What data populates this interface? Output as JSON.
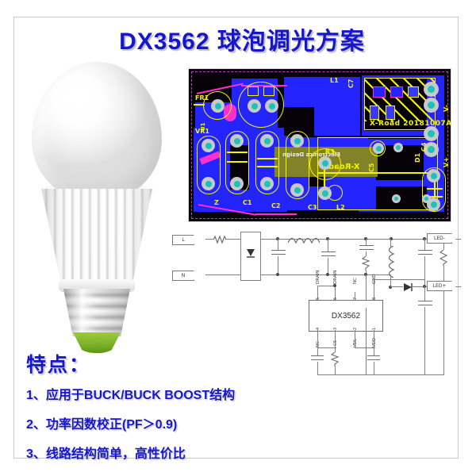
{
  "title": "DX3562 球泡调光方案",
  "product": {
    "image_name": "led-bulb-photo",
    "base_type": "E27"
  },
  "pcb": {
    "caption": "X-Road  20181007A1",
    "watermark": "Electronics Design",
    "watermark2": "X-Road",
    "designators": {
      "fr1": "FR1",
      "vr1": "VR1",
      "z": "Z",
      "c1": "C1",
      "c2": "C2",
      "c3": "C3",
      "c4": "C4",
      "c5": "C5",
      "c7": "C7",
      "l1": "L1",
      "l2": "L2",
      "r3": "R3",
      "d1": "D1",
      "u1": "U1"
    },
    "pads": {
      "vminus": "V-",
      "vplus": "V+"
    },
    "colors": {
      "substrate": "#2424ff",
      "silkscreen": "#f5f500",
      "pad_metal": "#17c5b8",
      "trace_magenta": "#ff2fd0"
    }
  },
  "schematic": {
    "terminals": {
      "ac_l": "L",
      "ac_n": "N",
      "led_neg": "LED-",
      "led_pos": "LED+"
    },
    "ic": {
      "part": "DX3562",
      "pins_top": [
        {
          "num": "5",
          "name": "DRAIN"
        },
        {
          "num": "6",
          "name": "DRAIN"
        },
        {
          "num": "7",
          "name": "NC"
        },
        {
          "num": "8",
          "name": "GND"
        }
      ],
      "pins_bottom": [
        {
          "num": "4",
          "name": "NC"
        },
        {
          "num": "3",
          "name": "CS"
        },
        {
          "num": "2",
          "name": "VDL"
        },
        {
          "num": "1",
          "name": "VDD"
        }
      ]
    }
  },
  "features": {
    "heading": "特点：",
    "items": [
      "1、应用于BUCK/BUCK BOOST结构",
      "2、功率因数校正(PF＞0.9)",
      "3、线路结构简单，高性价比"
    ]
  },
  "colors": {
    "accent_blue": "#1616cc",
    "frame": "#c9c9c9",
    "background": "#ffffff"
  }
}
